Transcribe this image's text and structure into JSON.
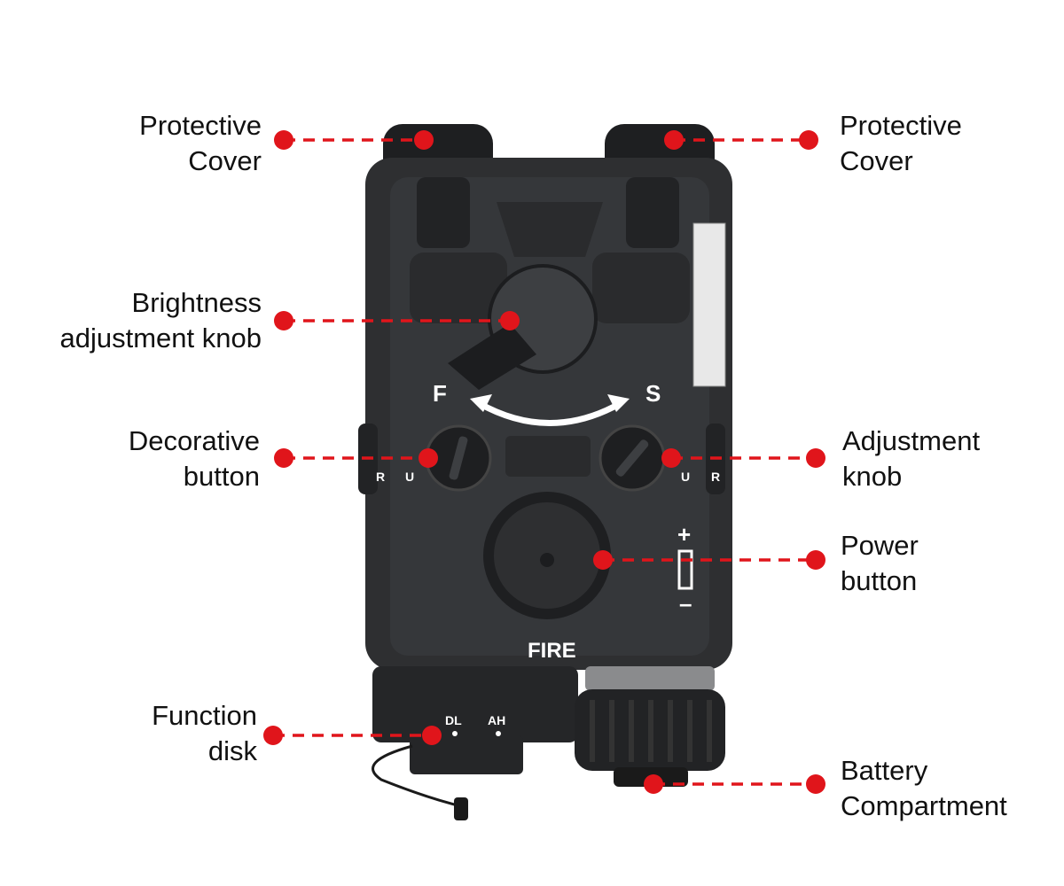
{
  "callouts": {
    "protective_cover_left": {
      "line1": "Protective",
      "line2": "Cover"
    },
    "protective_cover_right": {
      "line1": "Protective",
      "line2": "Cover"
    },
    "brightness_knob": {
      "line1": "Brightness",
      "line2": "adjustment knob"
    },
    "decorative_button": {
      "line1": "Decorative",
      "line2": "button"
    },
    "adjustment_knob": {
      "line1": "Adjustment",
      "line2": "knob"
    },
    "power_button": {
      "line1": "Power",
      "line2": "button"
    },
    "function_disk": {
      "line1": "Function",
      "line2": "disk"
    },
    "battery_compartment": {
      "line1": "Battery",
      "line2": "Compartment"
    }
  },
  "device_markings": {
    "f": "F",
    "s": "S",
    "r_left": "R",
    "u_left": "U",
    "u_right": "U",
    "r_right": "R",
    "fire": "FIRE",
    "dl": "DL",
    "ah": "AH",
    "plus": "+",
    "minus": "–"
  },
  "colors": {
    "callout": "#e0151b",
    "device": "#2e2f31"
  }
}
